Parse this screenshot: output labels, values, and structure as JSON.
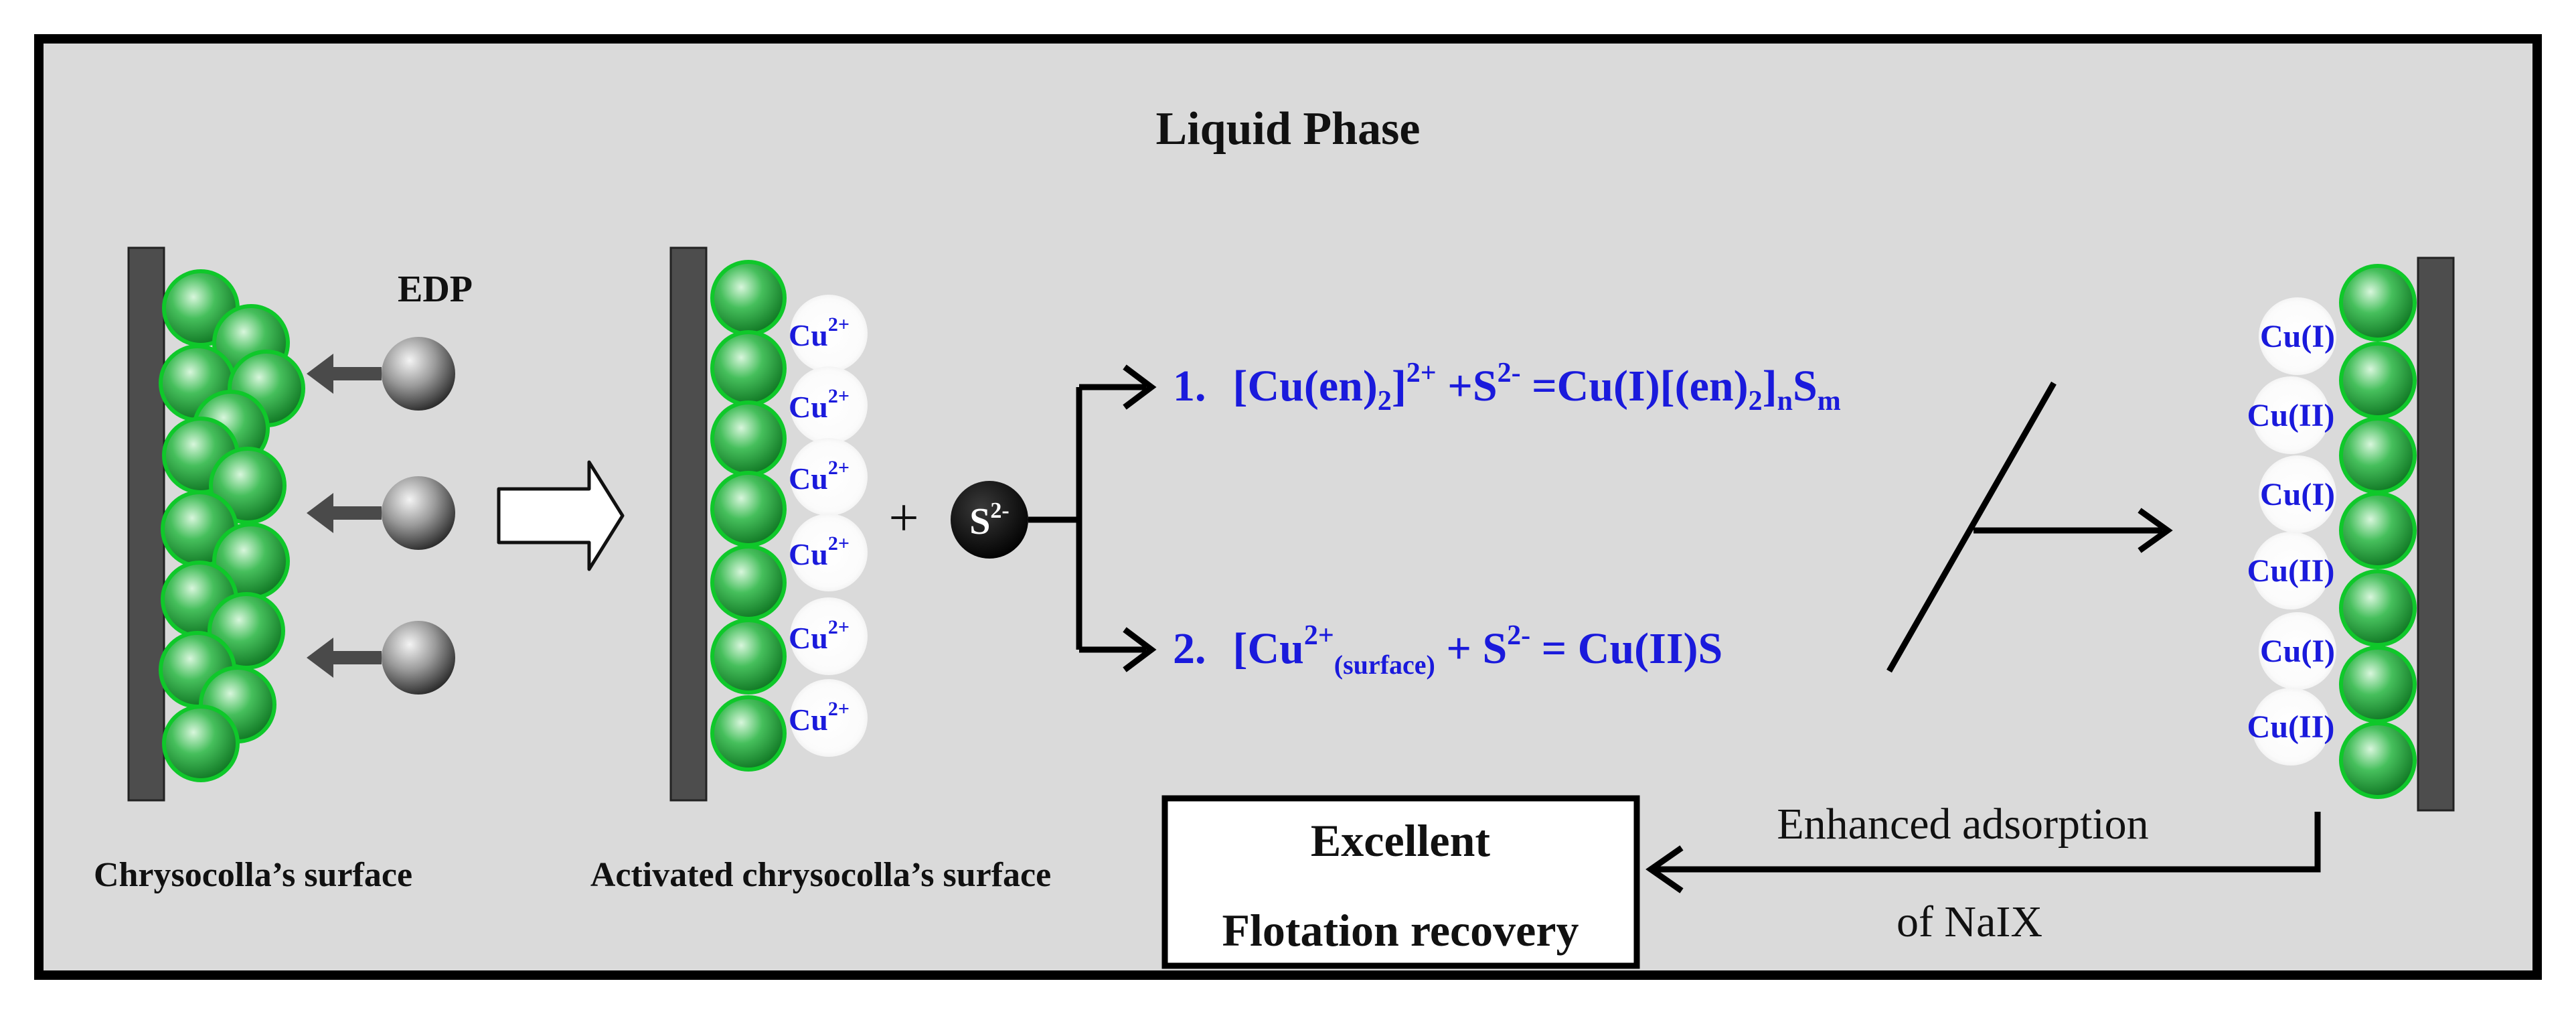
{
  "title": "Liquid Phase",
  "edp_label": "EDP",
  "plus_sign": "+",
  "sulfide_ion": {
    "base": "S",
    "charge": "2-"
  },
  "cu2_label": {
    "base": "Cu",
    "charge": "2+"
  },
  "reaction1": {
    "number": "1.",
    "reactant_open": "[Cu(en)",
    "reactant_sub": "2",
    "reactant_close": "]",
    "reactant_charge": "2+",
    "plus_s": " +S",
    "s_charge": "2-",
    "equals_product": " =Cu(I)[(en)",
    "product_sub_2": "2",
    "product_close": "]",
    "product_sub_n": "n",
    "product_s": "S",
    "product_sub_m": "m"
  },
  "reaction2": {
    "number": "2.",
    "reactant": "[Cu",
    "reactant_charge": "2+",
    "reactant_sub": "(surface)",
    "plus_s": " + S",
    "s_charge": "2-",
    "product": " = Cu(II)S"
  },
  "surface_species": [
    "Cu(I)",
    "Cu(II)",
    "Cu(I)",
    "Cu(II)",
    "Cu(I)",
    "Cu(II)"
  ],
  "adsorption_text_line1": "Enhanced adsorption",
  "adsorption_text_line2": "of NaIX",
  "result_box": {
    "line1": "Excellent",
    "line2": "Flotation recovery"
  },
  "captions": {
    "chrysocolla": "Chrysocolla’s surface",
    "activated": "Activated chrysocolla’s surface"
  },
  "colors": {
    "text_blue": "#1a1adc",
    "surface_bar": "#4d4d4d",
    "panel_bg": "#dadada",
    "sphere_green": "#1fa83a"
  }
}
